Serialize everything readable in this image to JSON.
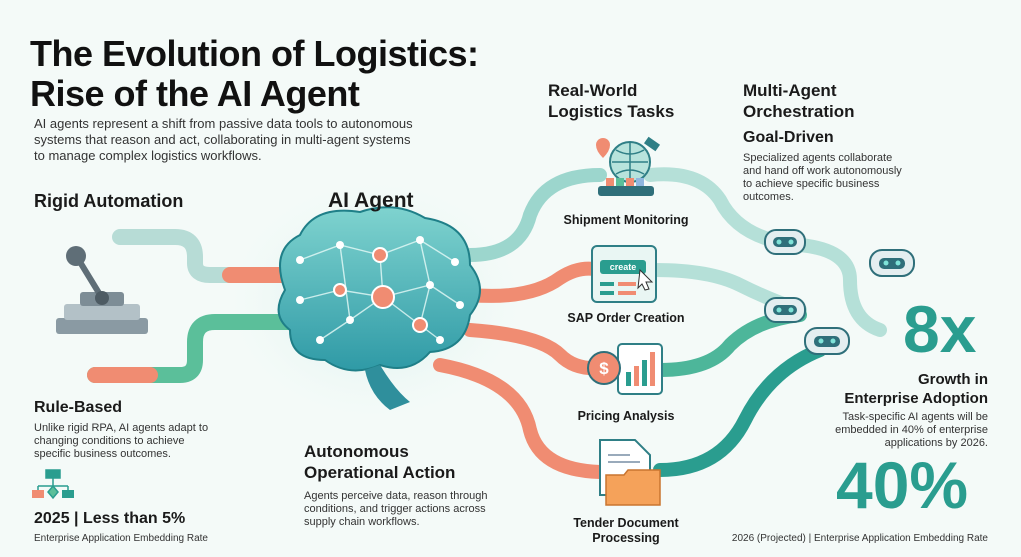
{
  "title_line1": "The Evolution of Logistics:",
  "title_line2": "Rise of the AI Agent",
  "intro": "AI agents represent a shift from passive data tools to autonomous systems that reason and act, collaborating in multi-agent systems to manage complex logistics workflows.",
  "rigid": {
    "heading": "Rigid Automation",
    "subheading": "Rule-Based",
    "description": "Unlike rigid RPA, AI agents adapt to changing conditions to achieve specific business outcomes.",
    "stat": "2025 | Less than 5%",
    "stat_caption": "Enterprise Application Embedding Rate"
  },
  "ai_agent": {
    "heading": "AI Agent",
    "action_line1": "Autonomous",
    "action_line2": "Operational Action",
    "description": "Agents perceive data, reason through conditions, and trigger actions across supply chain workflows."
  },
  "tasks": {
    "heading_line1": "Real-World",
    "heading_line2": "Logistics Tasks",
    "items": [
      {
        "label": "Shipment Monitoring"
      },
      {
        "label": "SAP Order Creation",
        "screen_text": "create"
      },
      {
        "label": "Pricing Analysis"
      },
      {
        "label_line1": "Tender Document",
        "label_line2": "Processing"
      }
    ]
  },
  "multi": {
    "heading_line1": "Multi-Agent",
    "heading_line2": "Orchestration",
    "subheading": "Goal-Driven",
    "description": "Specialized agents collaborate and hand off work autonomously to achieve specific business outcomes."
  },
  "growth": {
    "value": "8x",
    "label_line1": "Growth in",
    "label_line2": "Enterprise Adoption",
    "description": "Task-specific AI agents will be embedded in 40% of enterprise applications by 2026."
  },
  "projection": {
    "value": "40%",
    "caption": "2026 (Projected) | Enterprise Application Embedding Rate"
  },
  "colors": {
    "teal": "#2a9d8f",
    "coral": "#f08c72",
    "pale": "#cdeae4"
  }
}
